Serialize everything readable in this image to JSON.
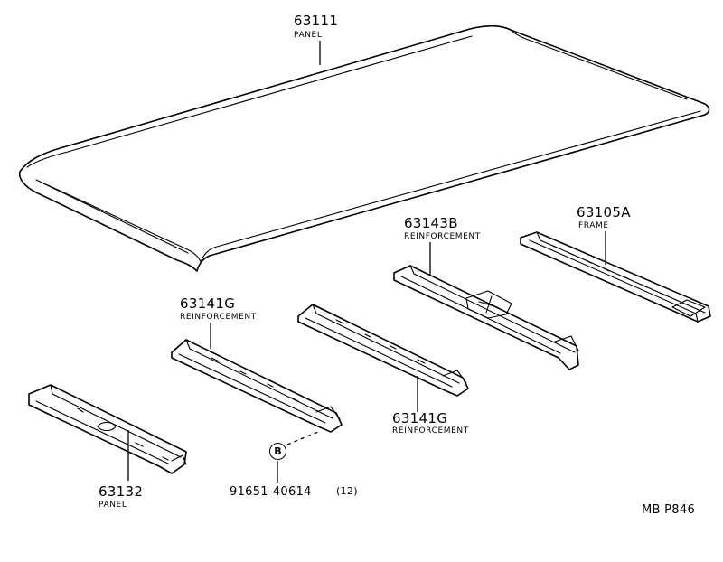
{
  "parts": {
    "roof_panel": {
      "number": "63111",
      "name": "PANEL"
    },
    "frame": {
      "number": "63105A",
      "name": "FRAME"
    },
    "reinforcement_rear": {
      "number": "63143B",
      "name": "REINFORCEMENT"
    },
    "reinforcement_mid_left": {
      "number": "63141G",
      "name": "REINFORCEMENT"
    },
    "reinforcement_mid_right": {
      "number": "63141G",
      "name": "REINFORCEMENT"
    },
    "front_panel": {
      "number": "63132",
      "name": "PANEL"
    },
    "bolt": {
      "number": "91651-40614",
      "qty": "(12)",
      "ref": "B"
    }
  },
  "diagram_code": "MB P846"
}
